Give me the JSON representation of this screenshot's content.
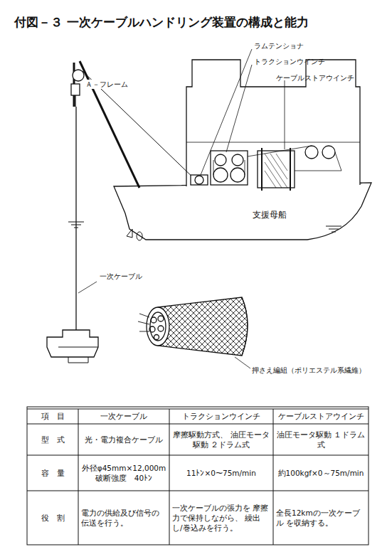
{
  "diagram": {
    "title": "付図－３ 一次ケーブルハンドリング装置の構成と能力",
    "labels": [
      "Ａ－フレーム",
      "ラムテンショナ",
      "トラクションウインチ",
      "ケーブルストアウインチ",
      "支援母船",
      "一次ケーブル",
      "押さえ編組（ポリエステル系繊維）",
      "項　目",
      "一次ケーブル",
      "トラクションウインチ",
      "ケーブルストアウインチ",
      "型　式",
      "光・電力複合ケーブル",
      "摩擦駆動方式、 油圧モータ駆動 ２ドラム式",
      "油圧モータ駆動 １ドラム式",
      "容　量",
      "外径φ45mm×12,000m 破断強度　40ﾄﾝ",
      "11ﾄﾝ×0～75m/min",
      "約100kgf×0～75m/min",
      "役　割",
      "電力の供給及び信号の 伝送を行う。",
      "一次ケーブルの張力を 摩擦力で保持しながら、 繰出し/巻込みを行う。",
      "全長12kmの一次ケーブル を収納する。"
    ]
  }
}
